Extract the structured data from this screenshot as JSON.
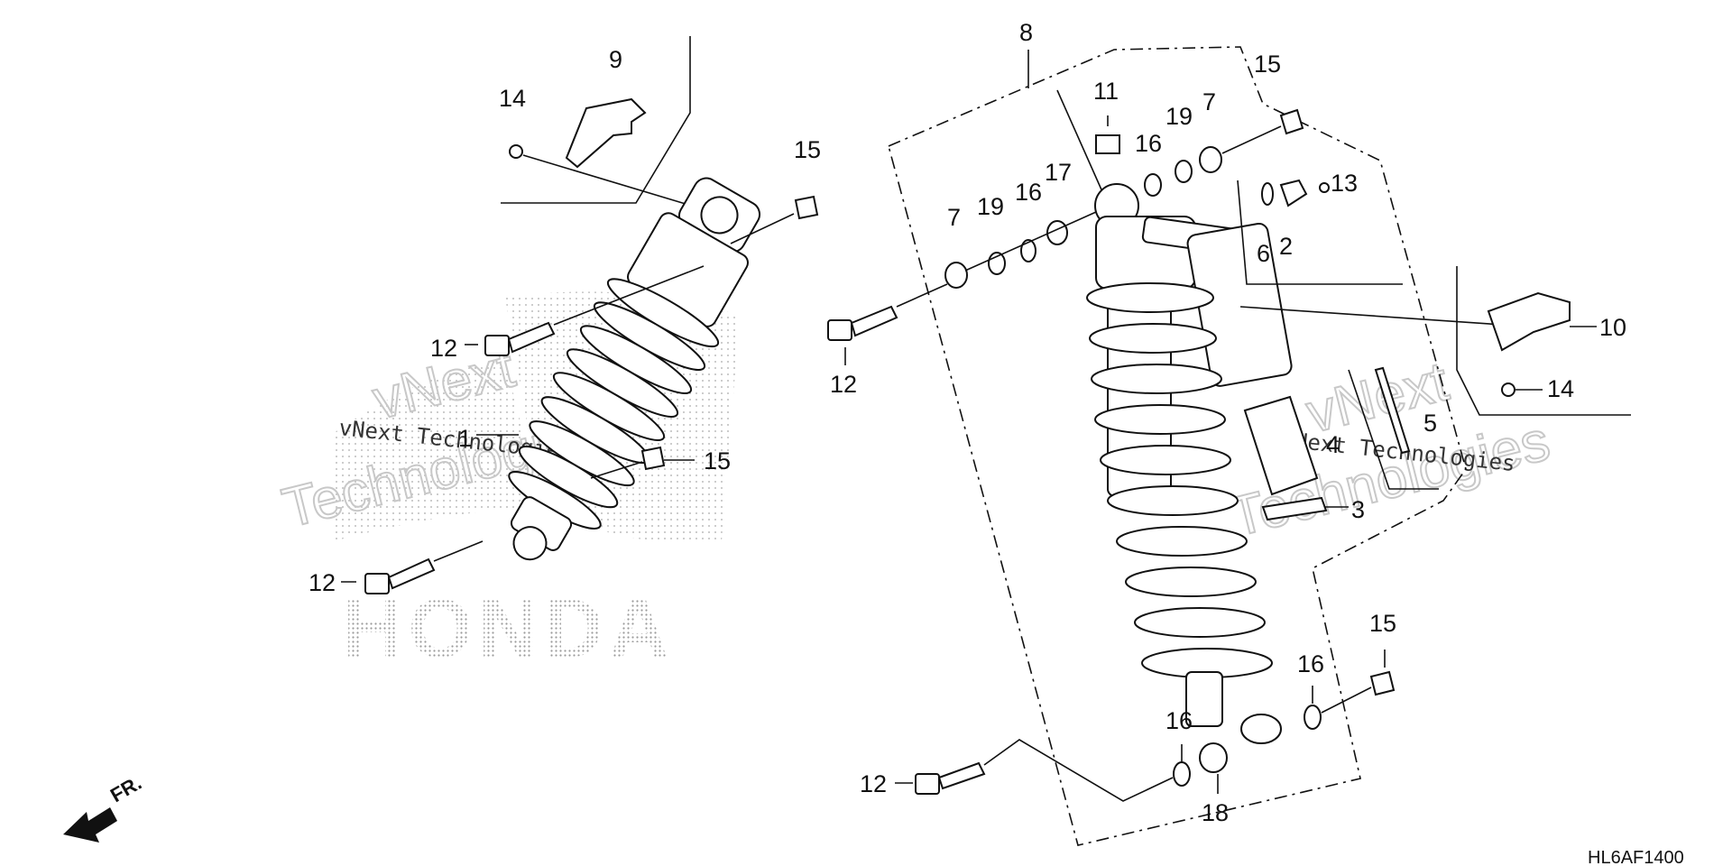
{
  "diagram": {
    "part_code": "HL6AF1400",
    "direction_label": "FR.",
    "brand_watermark": "HONDA",
    "watermarks": {
      "line1": "vNext Technologies",
      "line2": "vNext Technologies",
      "outline1": "vNext",
      "outline2": "Technologies",
      "outline3": "vNext",
      "outline4": "Technologies"
    },
    "callouts": {
      "c1": "1",
      "c2": "2",
      "c3": "3",
      "c4": "4",
      "c5": "5",
      "c6": "6",
      "c7a": "7",
      "c7b": "7",
      "c8": "8",
      "c9": "9",
      "c10": "10",
      "c11": "11",
      "c12a": "12",
      "c12b": "12",
      "c12c": "12",
      "c12d": "12",
      "c13": "13",
      "c14a": "14",
      "c14b": "14",
      "c15a": "15",
      "c15b": "15",
      "c15c": "15",
      "c15d": "15",
      "c16a": "16",
      "c16b": "16",
      "c16c": "16",
      "c16d": "16",
      "c17": "17",
      "c18": "18",
      "c19a": "19",
      "c19b": "19"
    }
  }
}
